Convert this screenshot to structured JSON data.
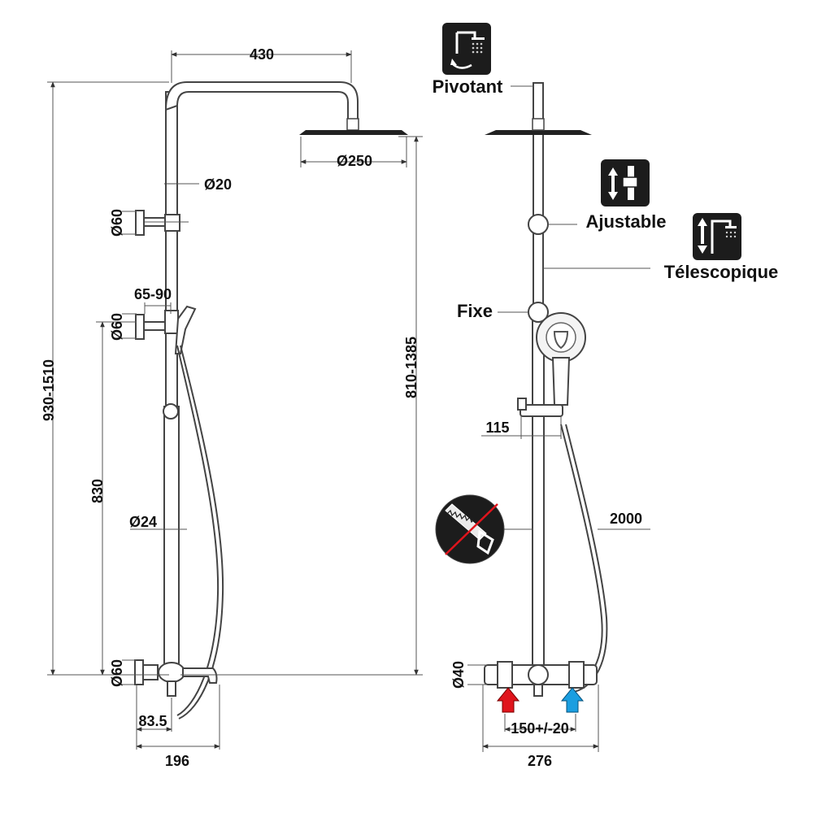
{
  "dimensions": {
    "arm_length": "430",
    "head_diameter": "Ø250",
    "pipe_diameter_top": "Ø20",
    "bracket_top": "Ø60",
    "holder_range": "65-90",
    "bracket_mid": "Ø60",
    "total_height": "930-1510",
    "head_height": "810-1385",
    "lower_height": "830",
    "pipe_diameter_bottom": "Ø24",
    "mixer_bracket": "Ø60",
    "spout_offset": "83.5",
    "spout_length": "196",
    "holder_offset": "115",
    "hose_length": "2000",
    "valve_diameter": "Ø40",
    "center_distance": "150+/-20",
    "mixer_width": "276"
  },
  "callouts": {
    "pivot": "Pivotant",
    "adjustable": "Ajustable",
    "telescopic": "Télescopique",
    "fixed": "Fixe"
  },
  "colors": {
    "hot_arrow": "#e0141c",
    "cold_arrow": "#1a9ee0",
    "icon_bg": "#1c1c1c"
  },
  "icons": [
    "rotate-shower-icon",
    "adjustable-slider-icon",
    "telescopic-icon",
    "no-cut-saw-icon",
    "hot-water-arrow-icon",
    "cold-water-arrow-icon"
  ]
}
